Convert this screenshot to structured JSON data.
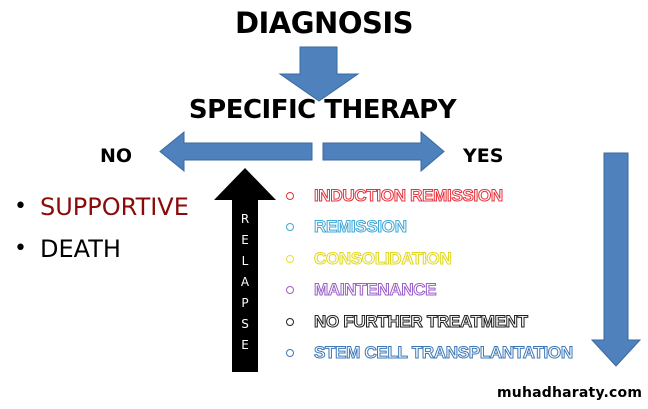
{
  "diagram": {
    "title": "DIAGNOSIS",
    "subtitle": "SPECIFIC THERAPY",
    "branches": {
      "no_label": "NO",
      "yes_label": "YES"
    },
    "no_outcomes": [
      {
        "text": "SUPPORTIVE",
        "color": "#8b0a0a"
      },
      {
        "text": "DEATH",
        "color": "#000000"
      }
    ],
    "relapse_label": [
      "R",
      "E",
      "L",
      "A",
      "P",
      "S",
      "E"
    ],
    "yes_outcomes": [
      {
        "text": "INDUCTION REMISSION",
        "color": "#e8303a"
      },
      {
        "text": "REMISSION",
        "color": "#3fa8d8"
      },
      {
        "text": "CONSOLIDATION",
        "color": "#e8e032"
      },
      {
        "text": "MAINTENANCE",
        "color": "#9a5fc8"
      },
      {
        "text": "NO FURTHER TREATMENT",
        "color": "#222222"
      },
      {
        "text": "STEM CELL TRANSPLANTATION",
        "color": "#3c78b8"
      }
    ],
    "arrow_color": "#4f81bd",
    "relapse_arrow_color": "#000000"
  },
  "watermark": "muhadharaty.com"
}
